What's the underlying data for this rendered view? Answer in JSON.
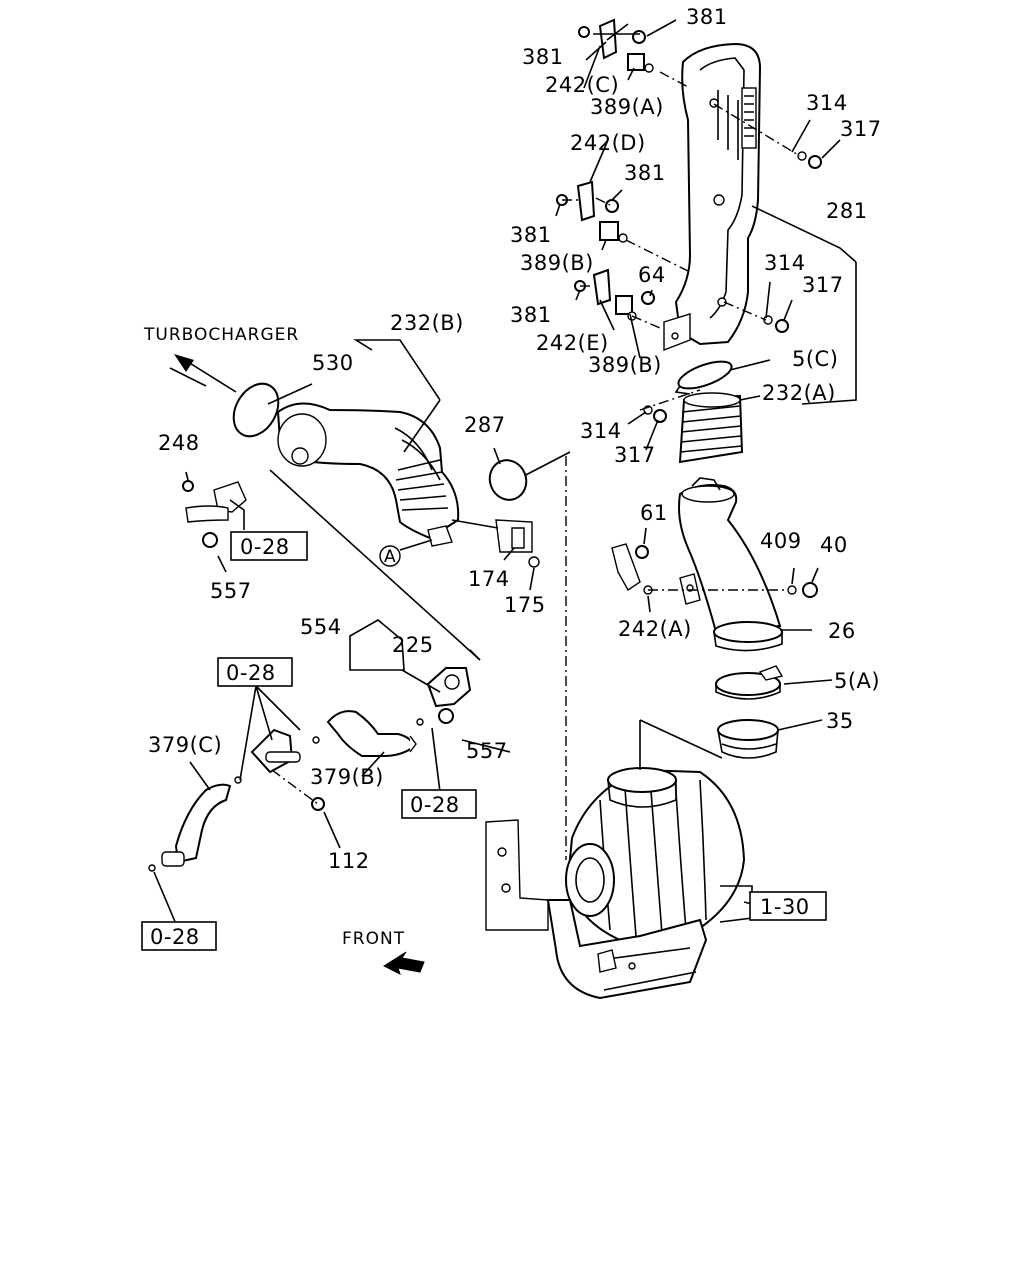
{
  "labels": {
    "p381_top_right": "381",
    "p381_top_left": "381",
    "p242c": "242(C)",
    "p389a": "389(A)",
    "p314_top": "314",
    "p317_top": "317",
    "p242d": "242(D)",
    "p381_mid_right": "381",
    "p281": "281",
    "p381_mid_left": "381",
    "p389b_top": "389(B)",
    "p314_mid": "314",
    "p64": "64",
    "p317_mid": "317",
    "p381_low_left": "381",
    "p242e": "242(E)",
    "p389b_low": "389(B)",
    "p5c": "5(C)",
    "p232a": "232(A)",
    "p314_low": "314",
    "p317_low": "317",
    "turbocharger": "TURBOCHARGER",
    "p232b": "232(B)",
    "p530": "530",
    "p287": "287",
    "p248": "248",
    "ref_028_a": "0-28",
    "p557_a": "557",
    "callout_a": "A",
    "p174": "174",
    "p175": "175",
    "p61": "61",
    "p409": "409",
    "p40": "40",
    "p242a": "242(A)",
    "p26": "26",
    "p554": "554",
    "p225": "225",
    "ref_028_b": "0-28",
    "p5a": "5(A)",
    "p35": "35",
    "p379c": "379(C)",
    "p379b": "379(B)",
    "p557_b": "557",
    "ref_028_c": "0-28",
    "p112": "112",
    "ref_130": "1-30",
    "ref_028_d": "0-28",
    "front": "FRONT"
  }
}
